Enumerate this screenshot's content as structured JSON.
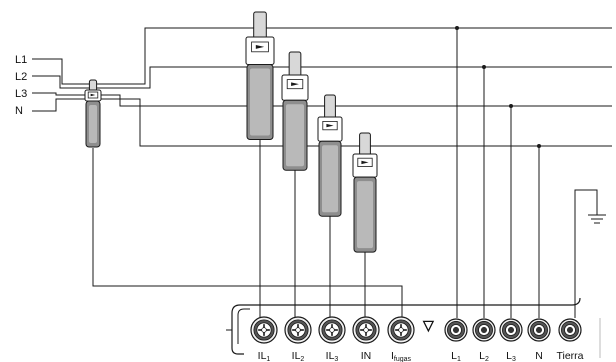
{
  "input_labels": [
    "L1",
    "L2",
    "L3",
    "N"
  ],
  "current_terminals": [
    {
      "main": "IL",
      "sub": "1"
    },
    {
      "main": "IL",
      "sub": "2"
    },
    {
      "main": "IL",
      "sub": "3"
    },
    {
      "main": "IN",
      "sub": ""
    },
    {
      "main": "I",
      "sub": "fugas"
    }
  ],
  "voltage_terminals": [
    {
      "main": "L",
      "sub": "1"
    },
    {
      "main": "L",
      "sub": "2"
    },
    {
      "main": "L",
      "sub": "3"
    },
    {
      "main": "N",
      "sub": ""
    },
    {
      "main": "Tierra",
      "sub": ""
    }
  ],
  "warning_symbol": "▽",
  "colors": {
    "line": "#1a1a1a",
    "clamp_jaw": "#d8d8d8",
    "clamp_handle": "#8e8e8e",
    "terminal_ring": "#555555"
  }
}
